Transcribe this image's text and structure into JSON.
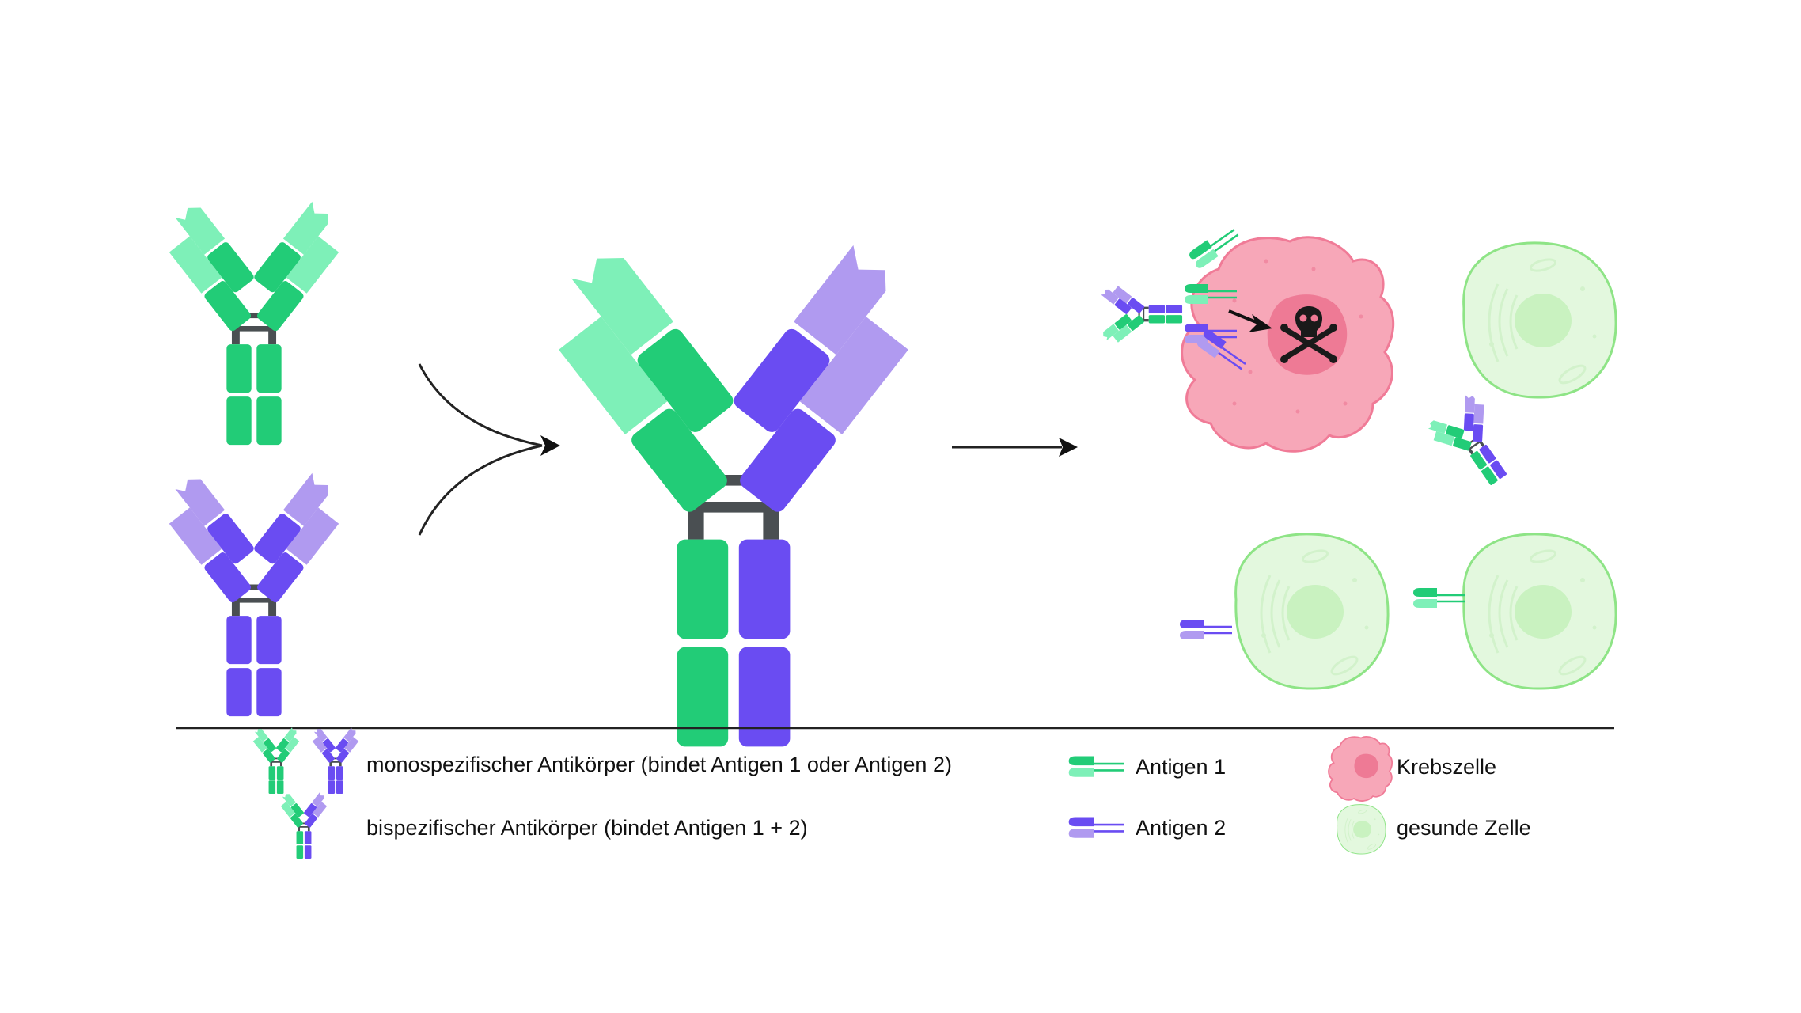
{
  "colors": {
    "green": "#22cc77",
    "green_light": "#7ef0b8",
    "purple": "#6a4cf2",
    "purple_light": "#b09af0",
    "hinge": "#4a4f52",
    "cancer_fill": "#f7a7b8",
    "cancer_stroke": "#f07b97",
    "cancer_nucleus": "#ee7a95",
    "healthy_fill": "#e3f8de",
    "healthy_stroke": "#8ee486",
    "healthy_nucleus": "#c9f2c0",
    "arrow": "#111111",
    "divider": "#222222"
  },
  "icons": {
    "death": "skull-crossbones-icon",
    "cancer_cell": "cancer-cell-icon",
    "healthy_cell": "healthy-cell-icon"
  },
  "legend": {
    "mono_label": "monospezifischer Antikörper (bindet Antigen 1 oder Antigen 2)",
    "bi_label": "bispezifischer Antikörper (bindet Antigen 1 + 2)",
    "antigen1_label": "Antigen 1",
    "antigen2_label": "Antigen 2",
    "cancer_label": "Krebszelle",
    "healthy_label": "gesunde Zelle"
  }
}
